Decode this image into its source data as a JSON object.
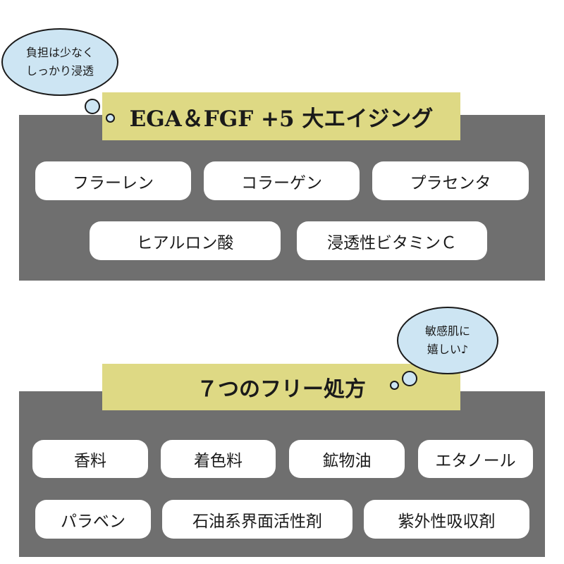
{
  "section1": {
    "title": "EGA＆FGF  +5 大エイジング",
    "callout": [
      "負担は少なく",
      "しっかり浸透"
    ],
    "items": [
      "フラーレン",
      "コラーゲン",
      "プラセンタ",
      "ヒアルロン酸",
      "浸透性ビタミンＣ"
    ]
  },
  "section2": {
    "title": "７つのフリー処方",
    "callout": [
      "敏感肌に",
      "嬉しい♪"
    ],
    "items": [
      "香料",
      "着色料",
      "鉱物油",
      "エタノール",
      "パラベン",
      "石油系界面活性剤",
      "紫外性吸収剤"
    ]
  },
  "colors": {
    "panel": "#6f6f6f",
    "banner": "#ded984",
    "cloud": "#cde5f3",
    "pill": "#ffffff"
  }
}
